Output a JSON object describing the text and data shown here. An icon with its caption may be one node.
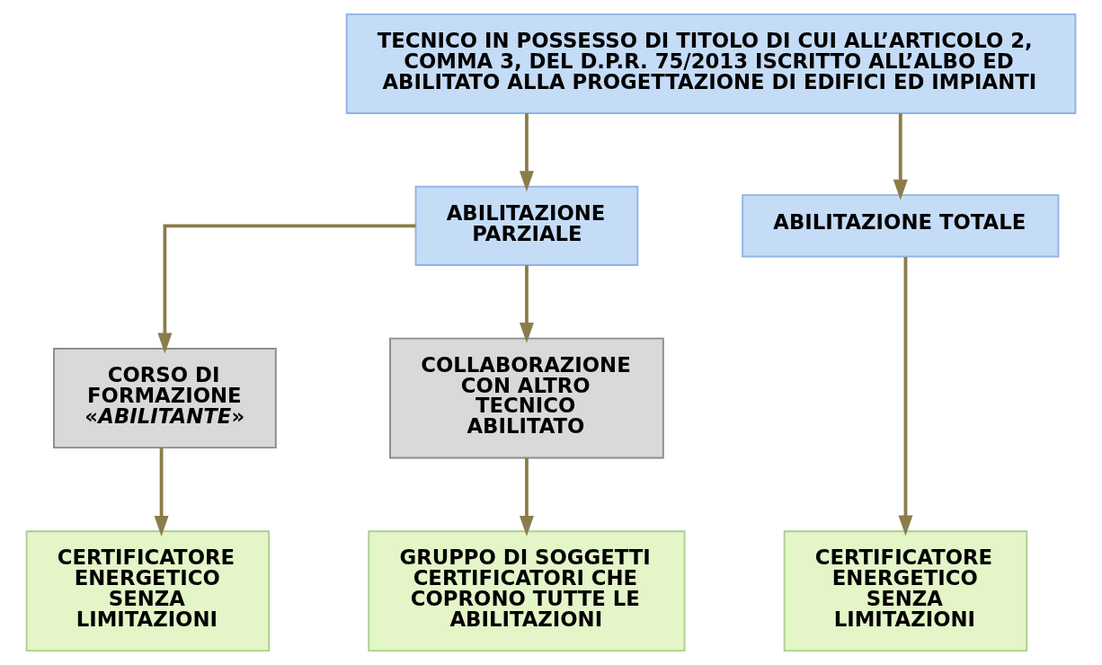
{
  "diagram": {
    "nodes": [
      {
        "text": [
          "TECNICO IN POSSESSO DI TITOLO DI CUI ALL’ARTICOLO 2, COMMA 3, DEL D.P.R. 75/2013 ISCRITTO ALL’ALBO ED ABILITATO ALLA PROGETTAZIONE DI EDIFICI ED IMPIANTI"
        ]
      },
      {
        "text": [
          "ABILITAZIONE PARZIALE"
        ]
      },
      {
        "text": [
          "ABILITAZIONE TOTALE"
        ]
      },
      {
        "text": [
          "CORSO DI FORMAZIONE «*ABILITANTE*»"
        ]
      },
      {
        "text": [
          "COLLABORAZIONE CON ALTRO TECNICO ABILITATO"
        ]
      },
      {
        "text": [
          "CERTIFICATORE ENERGETICO SENZA LIMITAZIONI"
        ]
      },
      {
        "text": [
          "GRUPPO DI SOGGETTI CERTIFICATORI CHE COPRONO TUTTE LE ABILITAZIONI"
        ]
      },
      {
        "text": [
          "CERTIFICATORE ENERGETICO SENZA LIMITAZIONI"
        ]
      }
    ],
    "edges": [
      {
        "from": 0,
        "to": 1,
        "arrow": "to"
      },
      {
        "from": 0,
        "to": 2,
        "arrow": "to"
      },
      {
        "from": 1,
        "to": 3,
        "arrow": "to"
      },
      {
        "from": 1,
        "to": 4,
        "arrow": "to"
      },
      {
        "from": 3,
        "to": 5,
        "arrow": "to"
      },
      {
        "from": 4,
        "to": 6,
        "arrow": "to"
      },
      {
        "from": 2,
        "to": 7,
        "arrow": "to"
      }
    ]
  }
}
